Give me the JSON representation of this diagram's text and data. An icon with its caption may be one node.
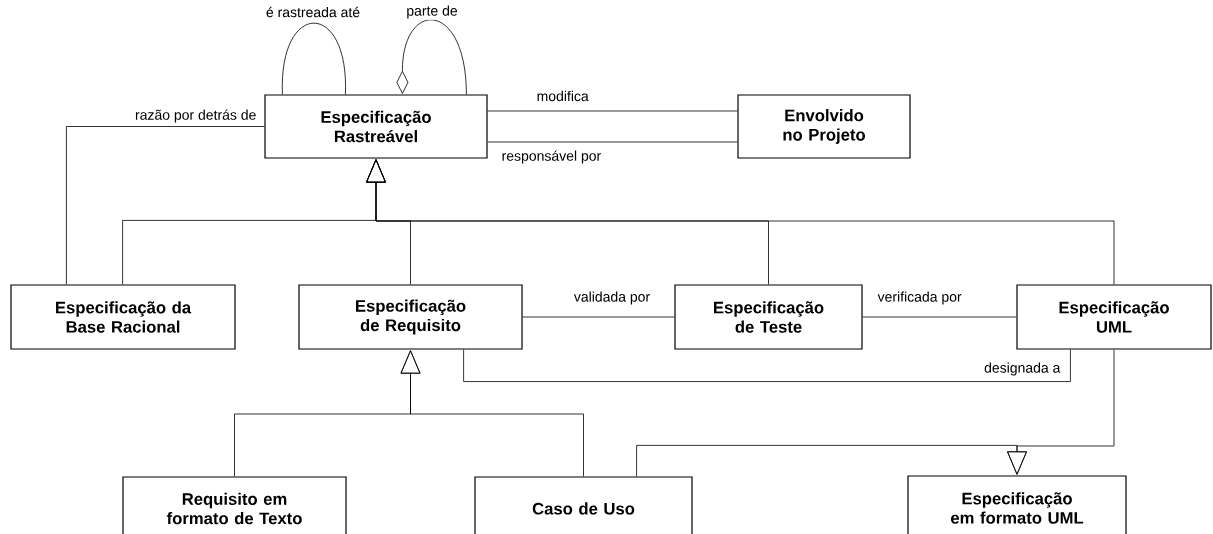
{
  "diagram": {
    "nodes": [
      {
        "text": [
          "Especificação Rastreável"
        ]
      },
      {
        "text": [
          "Envolvido no Projeto"
        ]
      },
      {
        "text": [
          "Especificação da Base Racional"
        ]
      },
      {
        "text": [
          "Especificação de Requisito"
        ]
      },
      {
        "text": [
          "Especificação de Teste"
        ]
      },
      {
        "text": [
          "Especificação UML"
        ]
      },
      {
        "text": [
          "Requisito em formato de Texto"
        ]
      },
      {
        "text": [
          "Caso de Uso"
        ]
      },
      {
        "text": [
          "Especificação em formato UML"
        ]
      }
    ],
    "edges": [
      {
        "from": 0,
        "to": 0,
        "arrow": "none",
        "label": "é rastreada até"
      },
      {
        "from": 0,
        "to": 0,
        "arrow": "other",
        "label": "parte de"
      },
      {
        "from": 0,
        "to": 1,
        "arrow": "none",
        "label": "modifica"
      },
      {
        "from": 0,
        "to": 1,
        "arrow": "none",
        "label": "responsável por"
      },
      {
        "from": 2,
        "to": 0,
        "arrow": "none",
        "label": "razão por detrás de"
      },
      {
        "from": 2,
        "to": 0,
        "arrow": "to"
      },
      {
        "from": 3,
        "to": 0,
        "arrow": "to"
      },
      {
        "from": 4,
        "to": 0,
        "arrow": "to"
      },
      {
        "from": 5,
        "to": 0,
        "arrow": "to"
      },
      {
        "from": 3,
        "to": 4,
        "arrow": "none",
        "label": "validada por"
      },
      {
        "from": 4,
        "to": 5,
        "arrow": "none",
        "label": "verificada por"
      },
      {
        "from": 3,
        "to": 5,
        "arrow": "none",
        "label": "designada a"
      },
      {
        "from": 6,
        "to": 3,
        "arrow": "to"
      },
      {
        "from": 7,
        "to": 3,
        "arrow": "to"
      },
      {
        "from": 5,
        "to": 8,
        "arrow": "to"
      },
      {
        "from": 7,
        "to": 8,
        "arrow": "to"
      }
    ]
  }
}
